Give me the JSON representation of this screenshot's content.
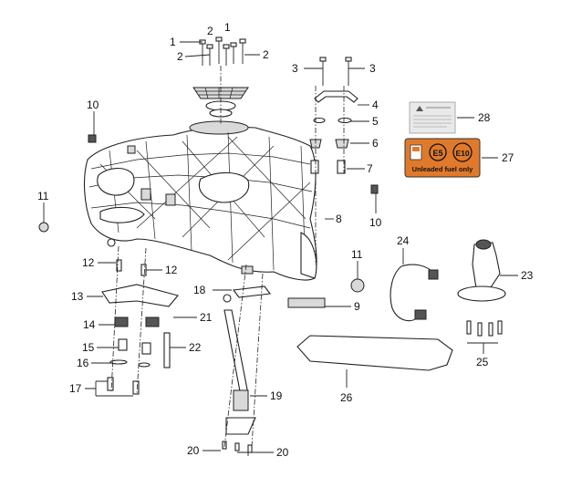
{
  "callouts": {
    "c1a": "1",
    "c1b": "1",
    "c2a": "2",
    "c2b": "2",
    "c2c": "2",
    "c3a": "3",
    "c3b": "3",
    "c4": "4",
    "c5": "5",
    "c6": "6",
    "c7": "7",
    "c8": "8",
    "c9": "9",
    "c10a": "10",
    "c10b": "10",
    "c11a": "11",
    "c11b": "11",
    "c12a": "12",
    "c12b": "12",
    "c13": "13",
    "c14": "14",
    "c15": "15",
    "c16": "16",
    "c17": "17",
    "c18": "18",
    "c19": "19",
    "c20a": "20",
    "c20b": "20",
    "c21": "21",
    "c22": "22",
    "c23": "23",
    "c24": "24",
    "c25": "25",
    "c26": "26",
    "c27": "27",
    "c28": "28"
  },
  "fuel_label": {
    "e5": "E5",
    "e10": "E10",
    "caption": "Unleaded fuel only",
    "background_color": "#e07a2a"
  },
  "warning_label": {
    "icon": "warning-icon"
  }
}
